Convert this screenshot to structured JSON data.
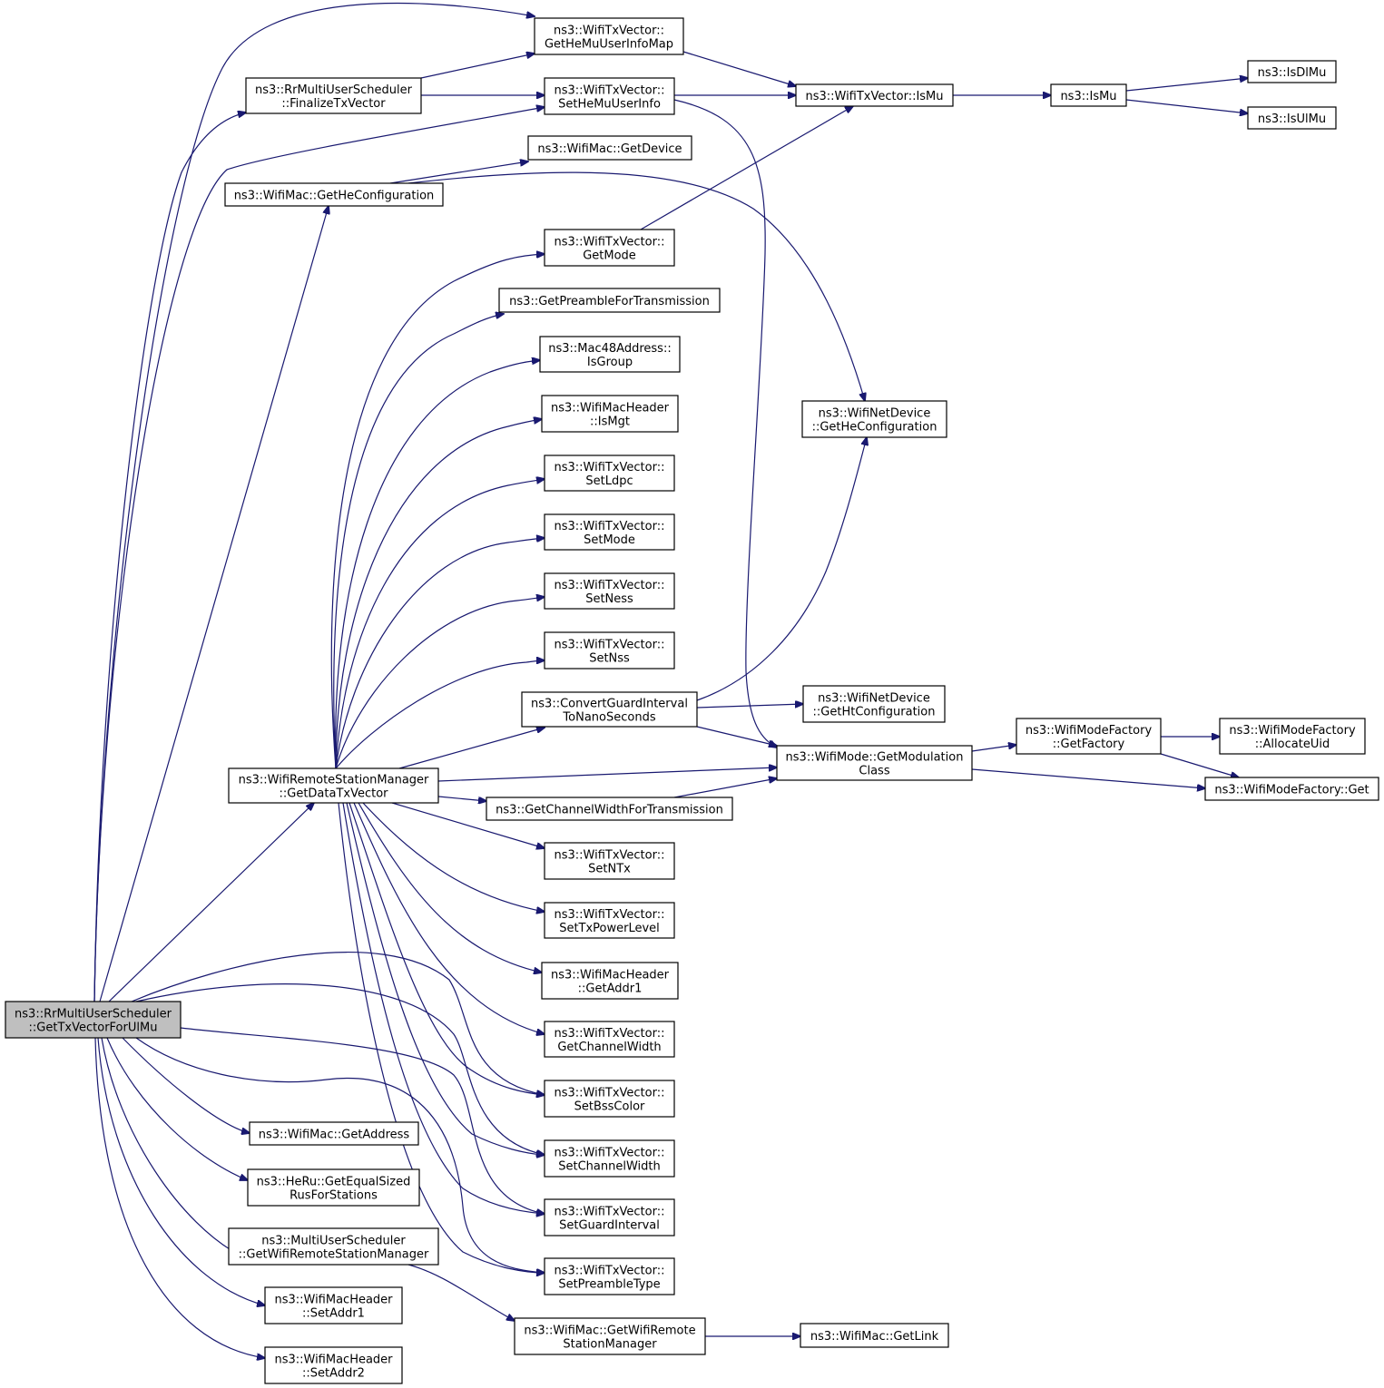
{
  "nodes": [
    {
      "id": "root",
      "lines": [
        "ns3::RrMultiUserScheduler",
        "::GetTxVectorForUlMu"
      ]
    },
    {
      "id": "finalize",
      "lines": [
        "ns3::RrMultiUserScheduler",
        "::FinalizeTxVector"
      ]
    },
    {
      "id": "getHeMuUserInfoMap",
      "lines": [
        "ns3::WifiTxVector::",
        "GetHeMuUserInfoMap"
      ]
    },
    {
      "id": "setHeMuUserInfo",
      "lines": [
        "ns3::WifiTxVector::",
        "SetHeMuUserInfo"
      ]
    },
    {
      "id": "isMuVec",
      "lines": [
        "ns3::WifiTxVector::IsMu"
      ]
    },
    {
      "id": "isMu",
      "lines": [
        "ns3::IsMu"
      ]
    },
    {
      "id": "isDlMu",
      "lines": [
        "ns3::IsDlMu"
      ]
    },
    {
      "id": "isUlMu",
      "lines": [
        "ns3::IsUlMu"
      ]
    },
    {
      "id": "getDevice",
      "lines": [
        "ns3::WifiMac::GetDevice"
      ]
    },
    {
      "id": "macGetHeConf",
      "lines": [
        "ns3::WifiMac::GetHeConfiguration"
      ]
    },
    {
      "id": "getMode",
      "lines": [
        "ns3::WifiTxVector::",
        "GetMode"
      ]
    },
    {
      "id": "getPreamble",
      "lines": [
        "ns3::GetPreambleForTransmission"
      ]
    },
    {
      "id": "isGroup",
      "lines": [
        "ns3::Mac48Address::",
        "IsGroup"
      ]
    },
    {
      "id": "isMgt",
      "lines": [
        "ns3::WifiMacHeader",
        "::IsMgt"
      ]
    },
    {
      "id": "devGetHeConf",
      "lines": [
        "ns3::WifiNetDevice",
        "::GetHeConfiguration"
      ]
    },
    {
      "id": "setLdpc",
      "lines": [
        "ns3::WifiTxVector::",
        "SetLdpc"
      ]
    },
    {
      "id": "setMode",
      "lines": [
        "ns3::WifiTxVector::",
        "SetMode"
      ]
    },
    {
      "id": "setNess",
      "lines": [
        "ns3::WifiTxVector::",
        "SetNess"
      ]
    },
    {
      "id": "setNss",
      "lines": [
        "ns3::WifiTxVector::",
        "SetNss"
      ]
    },
    {
      "id": "convertGI",
      "lines": [
        "ns3::ConvertGuardInterval",
        "ToNanoSeconds"
      ]
    },
    {
      "id": "getHtConf",
      "lines": [
        "ns3::WifiNetDevice",
        "::GetHtConfiguration"
      ]
    },
    {
      "id": "getModClass",
      "lines": [
        "ns3::WifiMode::GetModulation",
        "Class"
      ]
    },
    {
      "id": "getFactory",
      "lines": [
        "ns3::WifiModeFactory",
        "::GetFactory"
      ]
    },
    {
      "id": "allocateUid",
      "lines": [
        "ns3::WifiModeFactory",
        "::AllocateUid"
      ]
    },
    {
      "id": "factoryGet",
      "lines": [
        "ns3::WifiModeFactory::Get"
      ]
    },
    {
      "id": "getDataTx",
      "lines": [
        "ns3::WifiRemoteStationManager",
        "::GetDataTxVector"
      ]
    },
    {
      "id": "getChanWidthTx",
      "lines": [
        "ns3::GetChannelWidthForTransmission"
      ]
    },
    {
      "id": "setNTx",
      "lines": [
        "ns3::WifiTxVector::",
        "SetNTx"
      ]
    },
    {
      "id": "setTxPower",
      "lines": [
        "ns3::WifiTxVector::",
        "SetTxPowerLevel"
      ]
    },
    {
      "id": "getAddr1",
      "lines": [
        "ns3::WifiMacHeader",
        "::GetAddr1"
      ]
    },
    {
      "id": "getChanWidth",
      "lines": [
        "ns3::WifiTxVector::",
        "GetChannelWidth"
      ]
    },
    {
      "id": "setBssColor",
      "lines": [
        "ns3::WifiTxVector::",
        "SetBssColor"
      ]
    },
    {
      "id": "setChanWidth",
      "lines": [
        "ns3::WifiTxVector::",
        "SetChannelWidth"
      ]
    },
    {
      "id": "setGI",
      "lines": [
        "ns3::WifiTxVector::",
        "SetGuardInterval"
      ]
    },
    {
      "id": "setPreamble",
      "lines": [
        "ns3::WifiTxVector::",
        "SetPreambleType"
      ]
    },
    {
      "id": "getAddress",
      "lines": [
        "ns3::WifiMac::GetAddress"
      ]
    },
    {
      "id": "getEqualRus",
      "lines": [
        "ns3::HeRu::GetEqualSized",
        "RusForStations"
      ]
    },
    {
      "id": "getWrsmSched",
      "lines": [
        "ns3::MultiUserScheduler",
        "::GetWifiRemoteStationManager"
      ]
    },
    {
      "id": "getWrsmMac",
      "lines": [
        "ns3::WifiMac::GetWifiRemote",
        "StationManager"
      ]
    },
    {
      "id": "getLink",
      "lines": [
        "ns3::WifiMac::GetLink"
      ]
    },
    {
      "id": "setAddr1",
      "lines": [
        "ns3::WifiMacHeader",
        "::SetAddr1"
      ]
    },
    {
      "id": "setAddr2",
      "lines": [
        "ns3::WifiMacHeader",
        "::SetAddr2"
      ]
    }
  ],
  "edges": [
    [
      "root",
      "getHeMuUserInfoMap"
    ],
    [
      "root",
      "finalize"
    ],
    [
      "root",
      "setHeMuUserInfo"
    ],
    [
      "root",
      "macGetHeConf"
    ],
    [
      "root",
      "getDataTx"
    ],
    [
      "root",
      "setBssColor"
    ],
    [
      "root",
      "setChanWidth"
    ],
    [
      "root",
      "setGI"
    ],
    [
      "root",
      "setPreamble"
    ],
    [
      "root",
      "getAddress"
    ],
    [
      "root",
      "getEqualRus"
    ],
    [
      "root",
      "getWrsmSched"
    ],
    [
      "root",
      "setAddr1"
    ],
    [
      "root",
      "setAddr2"
    ],
    [
      "finalize",
      "getHeMuUserInfoMap"
    ],
    [
      "finalize",
      "setHeMuUserInfo"
    ],
    [
      "getHeMuUserInfoMap",
      "isMuVec"
    ],
    [
      "setHeMuUserInfo",
      "isMuVec"
    ],
    [
      "setHeMuUserInfo",
      "getModClass"
    ],
    [
      "isMuVec",
      "isMu"
    ],
    [
      "isMu",
      "isDlMu"
    ],
    [
      "isMu",
      "isUlMu"
    ],
    [
      "macGetHeConf",
      "getDevice"
    ],
    [
      "macGetHeConf",
      "devGetHeConf"
    ],
    [
      "getMode",
      "isMuVec"
    ],
    [
      "getDataTx",
      "getMode"
    ],
    [
      "getDataTx",
      "getPreamble"
    ],
    [
      "getDataTx",
      "isGroup"
    ],
    [
      "getDataTx",
      "isMgt"
    ],
    [
      "getDataTx",
      "setLdpc"
    ],
    [
      "getDataTx",
      "setMode"
    ],
    [
      "getDataTx",
      "setNess"
    ],
    [
      "getDataTx",
      "setNss"
    ],
    [
      "getDataTx",
      "convertGI"
    ],
    [
      "getDataTx",
      "getModClass"
    ],
    [
      "getDataTx",
      "getChanWidthTx"
    ],
    [
      "getDataTx",
      "setNTx"
    ],
    [
      "getDataTx",
      "setTxPower"
    ],
    [
      "getDataTx",
      "getAddr1"
    ],
    [
      "getDataTx",
      "getChanWidth"
    ],
    [
      "getDataTx",
      "setBssColor"
    ],
    [
      "getDataTx",
      "setChanWidth"
    ],
    [
      "getDataTx",
      "setGI"
    ],
    [
      "getDataTx",
      "setPreamble"
    ],
    [
      "convertGI",
      "devGetHeConf"
    ],
    [
      "convertGI",
      "getHtConf"
    ],
    [
      "convertGI",
      "getModClass"
    ],
    [
      "getChanWidthTx",
      "getModClass"
    ],
    [
      "getModClass",
      "getFactory"
    ],
    [
      "getModClass",
      "factoryGet"
    ],
    [
      "getFactory",
      "allocateUid"
    ],
    [
      "getFactory",
      "factoryGet"
    ],
    [
      "getWrsmSched",
      "getWrsmMac"
    ],
    [
      "getWrsmMac",
      "getLink"
    ]
  ]
}
